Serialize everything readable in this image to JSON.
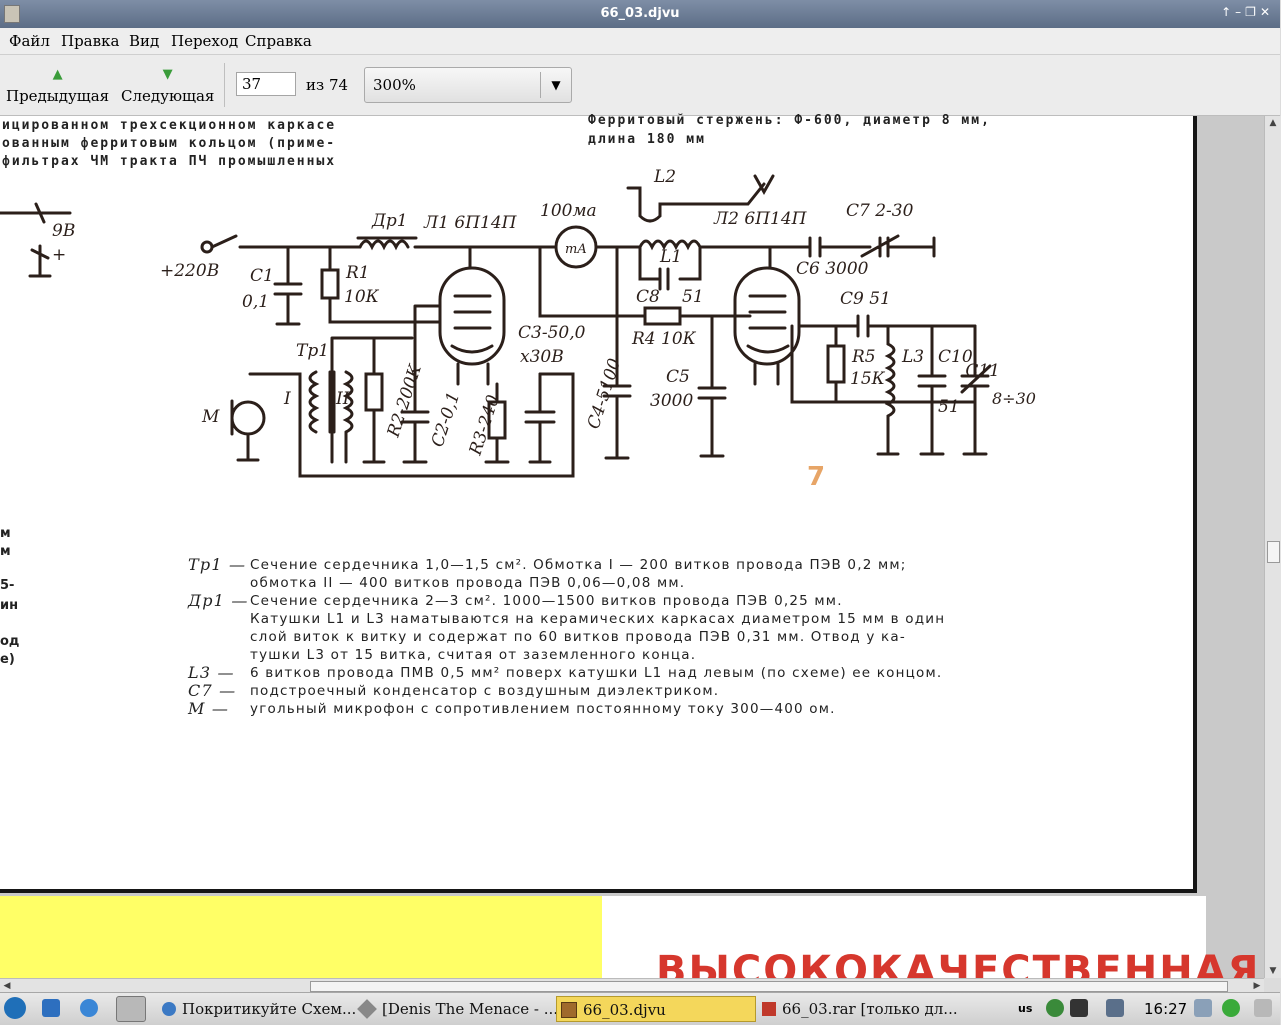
{
  "window": {
    "title": "66_03.djvu"
  },
  "menu": [
    "Файл",
    "Правка",
    "Вид",
    "Переход",
    "Справка"
  ],
  "toolbar": {
    "prev_label": "Предыдущая",
    "next_label": "Следующая",
    "page_value": "37",
    "page_total": "из 74",
    "zoom_value": "300%"
  },
  "document": {
    "top_left_lines": [
      "ицированном  трехсекционном  каркасе",
      "ованным  ферритовым  кольцом  (приме-",
      "фильтрах  ЧМ  тракта  ПЧ  промышленных"
    ],
    "top_right_lines": [
      "Ферритовый  стержень:  Ф-600,  диаметр  8  мм,",
      "длина 180 мм"
    ],
    "schematic_labels": {
      "v98": "9В",
      "v220": "+220В",
      "dr1": "Др1",
      "l1_tube": "Л1 6П14П",
      "ma100": "100ма",
      "ma_meter": "mA",
      "l2_top": "L2",
      "l2_tube": "Л2 6П14П",
      "c7": "C7 2-30",
      "c6": "C6 3000",
      "c1": "C1",
      "c1v": "0,1",
      "r1": "R1",
      "r1v": "10К",
      "l1": "L1",
      "c8": "C8",
      "c8v": "51",
      "c9": "C9 51",
      "tp1": "Тр1",
      "c3": "C3-50,0",
      "c3v": "x30В",
      "r4": "R4 10К",
      "c5": "C5",
      "c5v": "3000",
      "r5": "R5",
      "r5v": "15К",
      "l3": "L3",
      "c10": "C10",
      "c10v": "51",
      "c11": "C11",
      "c11v": "8÷30",
      "m": "М",
      "w1": "I",
      "w2": "II",
      "r2": "R2-200К",
      "c2": "C2-0,1",
      "r3": "R3-240",
      "c4": "C4-5100",
      "plus": "+"
    },
    "page_number": "7",
    "notes": [
      {
        "key": "Тр1 —",
        "text": "Сечение  сердечника  1,0—1,5 см².  Обмотка  I — 200  витков  провода  ПЭВ  0,2  мм;"
      },
      {
        "key": "",
        "text": "обмотка  II — 400  витков  провода  ПЭВ  0,06—0,08  мм."
      },
      {
        "key": "Др1 —",
        "text": "Сечение  сердечника  2—3 см².  1000—1500  витков  провода  ПЭВ  0,25  мм."
      },
      {
        "key": "",
        "text": "Катушки  L1  и  L3  наматываются  на  керамических  каркасах  диаметром  15 мм  в  один"
      },
      {
        "key": "",
        "text": "слой  виток  к  витку  и  содержат  по  60  витков  провода  ПЭВ  0,31  мм.  Отвод  у  ка-"
      },
      {
        "key": "",
        "text": "тушки  L3  от  15  витка,  считая  от  заземленного  конца."
      },
      {
        "key": "L3 —",
        "text": "6  витков  провода  ПМВ  0,5 мм²  поверх  катушки  L1  над  левым  (по  схеме)  ее  концом."
      },
      {
        "key": "C7 —",
        "text": "подстроечный  конденсатор  с  воздушным  диэлектриком."
      },
      {
        "key": "М —",
        "text": "угольный  микрофон  с  сопротивлением  постоянному  току  300—400  ом."
      }
    ],
    "left_margin_fragments": [
      "м",
      "м",
      "5-",
      "ин",
      "од",
      "е)"
    ],
    "next_page_title": "ВЫСОКОКАЧЕСТВЕННАЯ"
  },
  "taskbar": {
    "tasks": [
      "Покритикуйте Схем...",
      "[Denis The Menace - ...",
      "66_03.djvu",
      "66_03.rar [только дл..."
    ],
    "keyboard": "us",
    "clock": "16:27"
  }
}
